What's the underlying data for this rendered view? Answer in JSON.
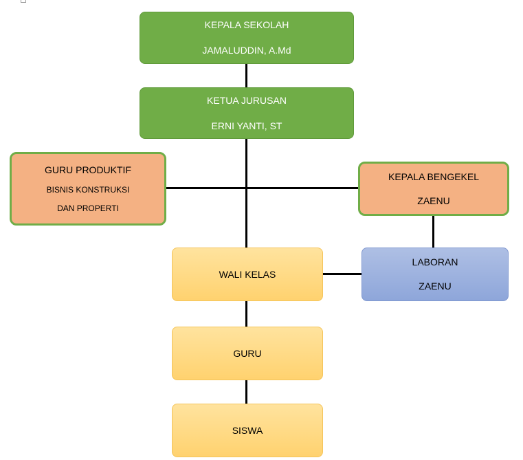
{
  "colors": {
    "green": "#70ad47",
    "orange": "#f4b183",
    "yellow": "#ffd26f",
    "blue": "#8ea6da",
    "connector": "#000000"
  },
  "nodes": {
    "kepala_sekolah": {
      "title": "KEPALA SEKOLAH",
      "name": "JAMALUDDIN, A.Md"
    },
    "ketua_jurusan": {
      "title": "KETUA JURUSAN",
      "name": "ERNI YANTI, ST"
    },
    "guru_produktif": {
      "title": "GURU PRODUKTIF",
      "line2": "BISNIS KONSTRUKSI",
      "line3": "DAN PROPERTI"
    },
    "kepala_bengkel": {
      "title": "KEPALA BENGEKEL",
      "name": "ZAENU"
    },
    "wali_kelas": {
      "title": "WALI KELAS"
    },
    "laboran": {
      "title": "LABORAN",
      "name": "ZAENU"
    },
    "guru": {
      "title": "GURU"
    },
    "siswa": {
      "title": "SISWA"
    }
  }
}
